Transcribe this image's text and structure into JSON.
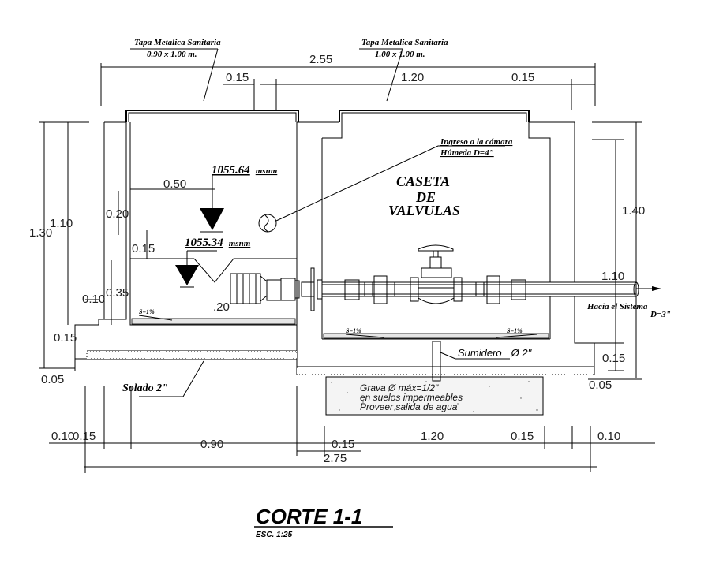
{
  "drawing": {
    "title": "CORTE 1-1",
    "scale": "ESC. 1:25",
    "room_label": [
      "CASETA",
      "DE",
      "VALVULAS"
    ]
  },
  "lids": {
    "left": {
      "label": "Tapa Metalica Sanitaria",
      "size": "0.90 x 1.00 m."
    },
    "right": {
      "label": "Tapa Metalica Sanitaria",
      "size": "1.00 x 1.00 m."
    }
  },
  "elevations": {
    "upper": {
      "value": "1055.64",
      "unit": "msnm"
    },
    "lower": {
      "value": "1055.34",
      "unit": "msnm"
    }
  },
  "annotations": {
    "inlet_line1": "Ingreso a la cámara",
    "inlet_line2": "Húmeda D=4\"",
    "outlet_line1": "Hacia el Sistema",
    "outlet_line2": "D=3\"",
    "slope_left": "S=1%",
    "slope_mid": "S=1%",
    "slope_right": "S=1%",
    "drain": "Sumidero",
    "drain_size": "Ø 2\"",
    "base": "Solado 2\"",
    "gravel_line1": "Grava Ø máx=1/2\"",
    "gravel_line2": "en suelos impermeables",
    "gravel_line3": "Proveer salida de agua"
  },
  "dimensions": {
    "top_total": "2.55",
    "top_wall_left": "0.15",
    "top_inner": "1.20",
    "top_wall_right": "0.15",
    "left_outer": "1.30",
    "left_inner": "1.10",
    "d_050": "0.50",
    "d_020": "0.20",
    "d_015_a": "0.15",
    "d_035": "0.35",
    "d_010": "0.10",
    "d_020_b": ".20",
    "d_015_left": "0.15",
    "d_005_left": "0.05",
    "right_140": "1.40",
    "right_110": "1.10",
    "right_015": "0.15",
    "right_005": "0.05",
    "bot_010_left": "0.10",
    "bot_015_left": "0.15",
    "bot_090": "0.90",
    "bot_015_mid": "0.15",
    "bot_120": "1.20",
    "bot_015_right": "0.15",
    "bot_010_right": "0.10",
    "bot_total": "2.75"
  }
}
